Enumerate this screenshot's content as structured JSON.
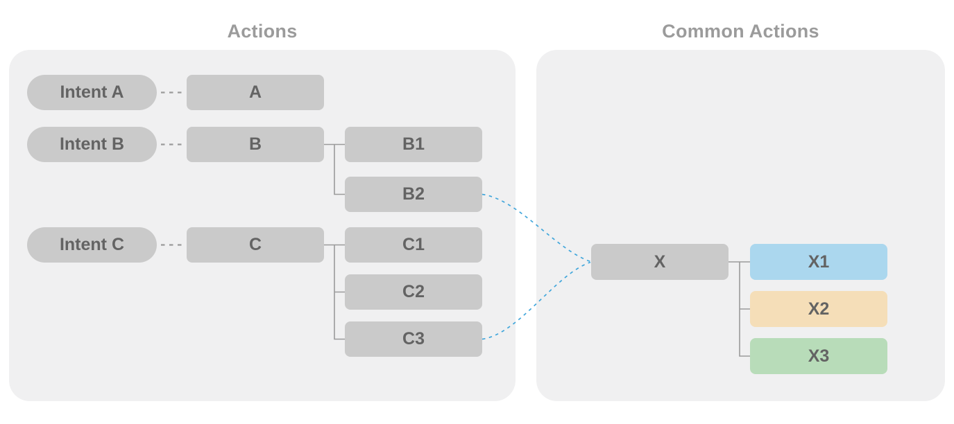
{
  "diagram": {
    "left_panel": {
      "title": "Actions",
      "intents": [
        {
          "label": "Intent A"
        },
        {
          "label": "Intent B"
        },
        {
          "label": "Intent C"
        }
      ],
      "actions": [
        {
          "label": "A"
        },
        {
          "label": "B"
        },
        {
          "label": "B1"
        },
        {
          "label": "B2"
        },
        {
          "label": "C"
        },
        {
          "label": "C1"
        },
        {
          "label": "C2"
        },
        {
          "label": "C3"
        }
      ]
    },
    "right_panel": {
      "title": "Common Actions",
      "root": {
        "label": "X",
        "color": "#cacaca"
      },
      "children": [
        {
          "label": "X1",
          "color": "#abd7ee"
        },
        {
          "label": "X2",
          "color": "#f5deb8"
        },
        {
          "label": "X3",
          "color": "#b8dcb9"
        }
      ]
    },
    "colors": {
      "page_bg": "#ffffff",
      "panel_bg": "#f0f0f1",
      "node_gray": "#cacaca",
      "title_text": "#9b9b9b",
      "node_text": "#636363",
      "connector_gray": "#9a9a9a",
      "link_blue": "#41a6db"
    }
  }
}
